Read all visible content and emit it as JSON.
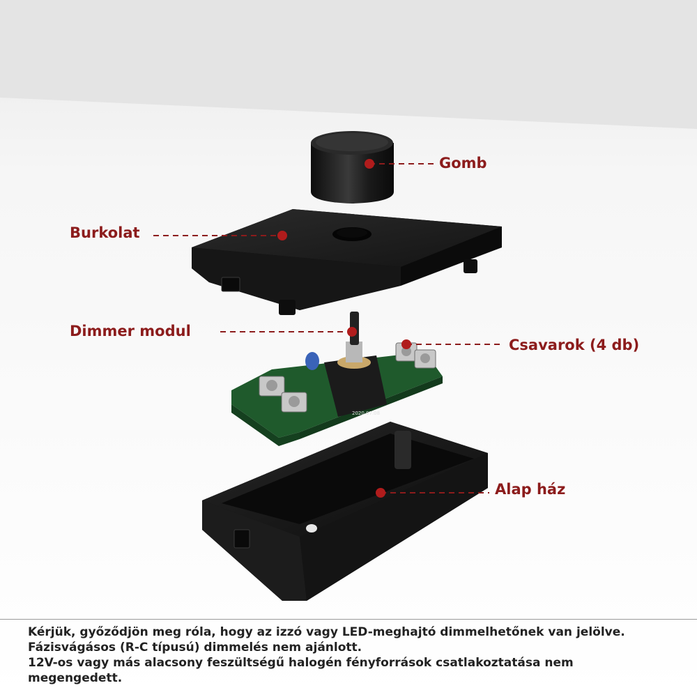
{
  "labels": {
    "knob": "Gomb",
    "cover": "Burkolat",
    "dimmer_module": "Dimmer modul",
    "screws": "Csavarok (4 db)",
    "base_housing": "Alap ház"
  },
  "pcb_marking": "2020.07.08",
  "note_lines": [
    "Kérjük, győződjön meg róla, hogy az izzó vagy LED-meghajtó dimmelhetőnek van jelölve.",
    "Fázisvágásos (R-C típusú) dimmelés nem ajánlott.",
    "12V-os vagy más alacsony feszültségű halogén fényforrások csatlakoztatása nem",
    "megengedett."
  ],
  "colors": {
    "accent": "#8c1c1c",
    "background": "#f4f4f4",
    "housing": "#1b1b1b",
    "pcb": "#1f5a2c",
    "text": "#222222"
  }
}
